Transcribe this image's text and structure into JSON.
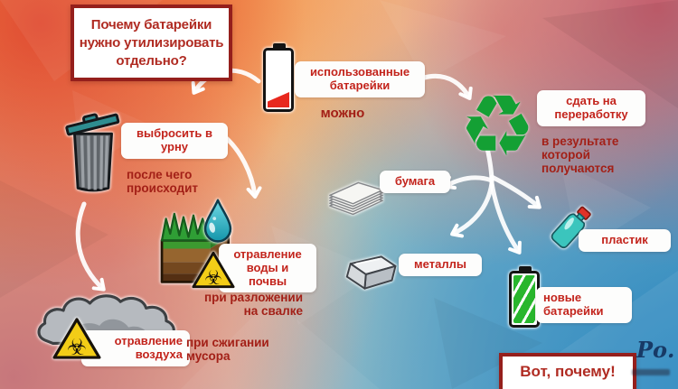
{
  "title": "Почему батарейки нужно утилизировать отдельно?",
  "conclusion": "Вот, почему!",
  "logo": "Ро.",
  "flow": {
    "battery_used": {
      "label": "использованные батарейки",
      "note": "можно"
    },
    "trash": {
      "label": "выбросить в урну",
      "note": "после чего происходит"
    },
    "soil": {
      "label": "отравление воды и почвы",
      "note": "при разложении на свалке"
    },
    "air": {
      "label": "отравление воздуха",
      "note": "при сжигании мусора"
    },
    "recycle": {
      "label": "сдать на переработку",
      "note": "в результате которой получаются"
    },
    "products": [
      {
        "id": "paper",
        "label": "бумага"
      },
      {
        "id": "metals",
        "label": "металлы"
      },
      {
        "id": "plastic",
        "label": "пластик"
      },
      {
        "id": "new_batteries",
        "label": "новые батарейки"
      }
    ]
  },
  "icons": {
    "recycle_symbol": "♻",
    "biohazard_symbol": "☣"
  },
  "colors": {
    "accent_red": "#b5281e",
    "box_border_red": "#951f1c",
    "tag_text_red": "#c3241c",
    "note_red": "#a32017",
    "arrow_white": "#ffffff",
    "recycle_green": "#14a034",
    "battery_green": "#28b62c",
    "hazard_yellow": "#f3cd17",
    "bottle_teal": "#3bc5bd",
    "logo_navy": "#173a66"
  }
}
